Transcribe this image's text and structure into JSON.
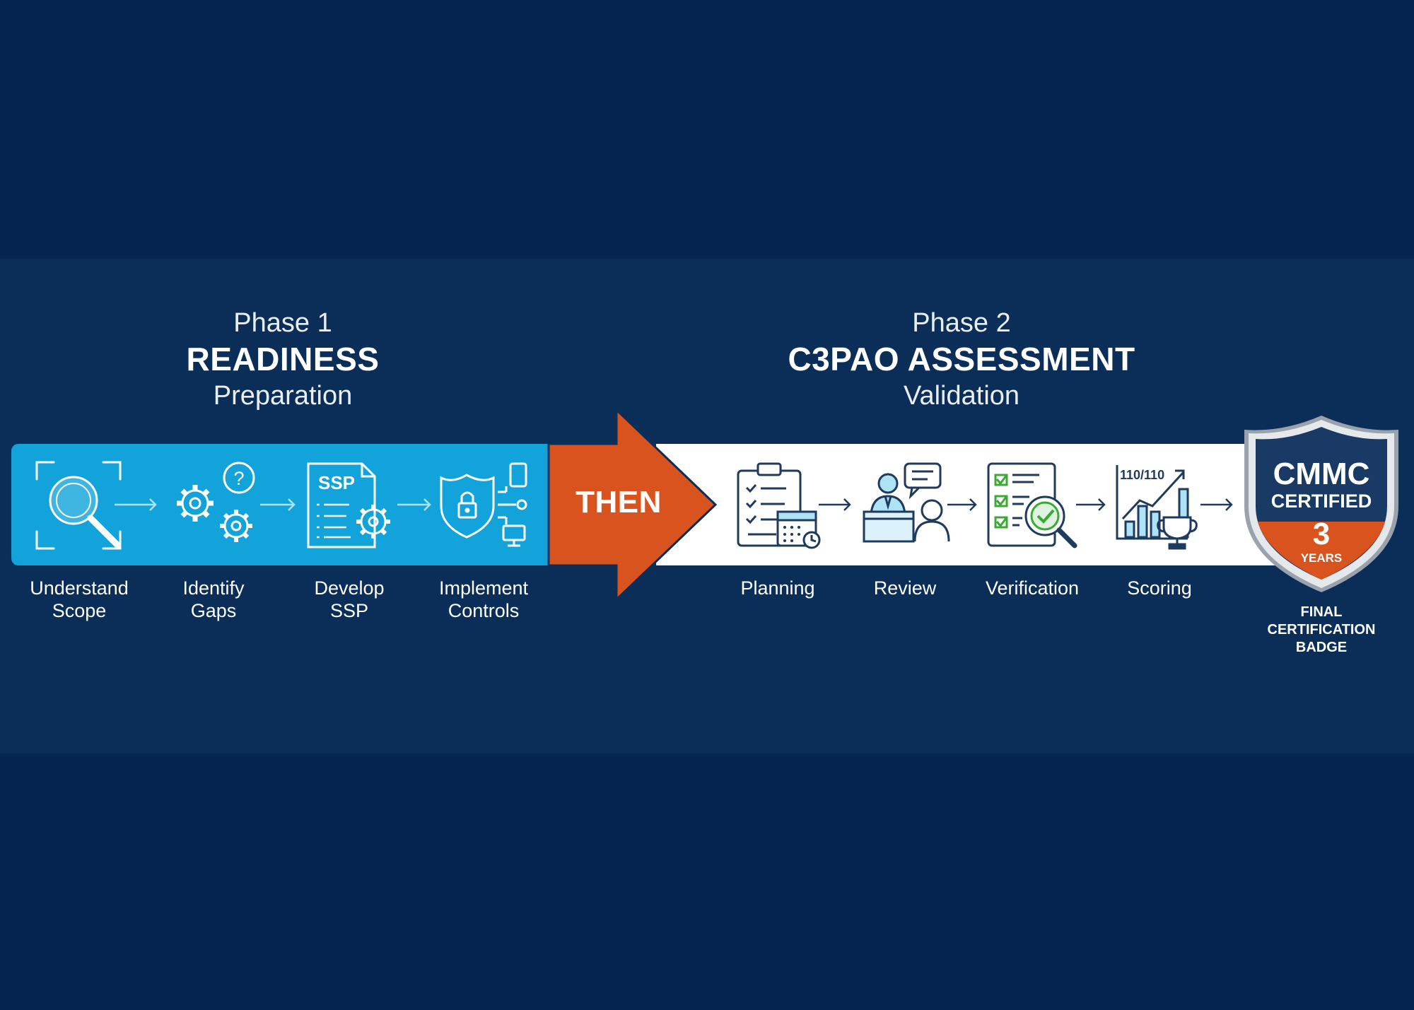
{
  "phase1": {
    "label": "Phase 1",
    "title": "READINESS",
    "subtitle": "Preparation"
  },
  "phase2": {
    "label": "Phase 2",
    "title": "C3PAO ASSESSMENT",
    "subtitle": "Validation"
  },
  "connector": "THEN",
  "phase1_steps": [
    {
      "line1": "Understand",
      "line2": "Scope",
      "icon": "magnifier-scope-icon"
    },
    {
      "line1": "Identify",
      "line2": "Gaps",
      "icon": "gears-question-icon"
    },
    {
      "line1": "Develop",
      "line2": "SSP",
      "icon": "ssp-document-icon",
      "icon_text": "SSP"
    },
    {
      "line1": "Implement",
      "line2": "Controls",
      "icon": "shield-lock-icon"
    }
  ],
  "phase2_steps": [
    {
      "label": "Planning",
      "icon": "clipboard-calendar-icon"
    },
    {
      "label": "Review",
      "icon": "assessor-interview-icon"
    },
    {
      "label": "Verification",
      "icon": "checklist-magnifier-icon"
    },
    {
      "label": "Scoring",
      "icon": "score-chart-trophy-icon",
      "icon_text": "110/110"
    }
  ],
  "badge": {
    "line1": "CMMC",
    "line2": "CERTIFIED",
    "number": "3",
    "unit": "YEARS",
    "caption": [
      "FINAL",
      "CERTIFICATION",
      "BADGE"
    ]
  },
  "colors": {
    "background": "#03254f",
    "band": "#0b2e58",
    "phase1_bar": "#12a3da",
    "phase2_bar": "#ffffff",
    "connector_arrow": "#d9531f",
    "icon_dark": "#1e3a5c",
    "icon_light": "#aee3f7",
    "check_green": "#3aaa35",
    "badge_orange": "#d9531f"
  }
}
